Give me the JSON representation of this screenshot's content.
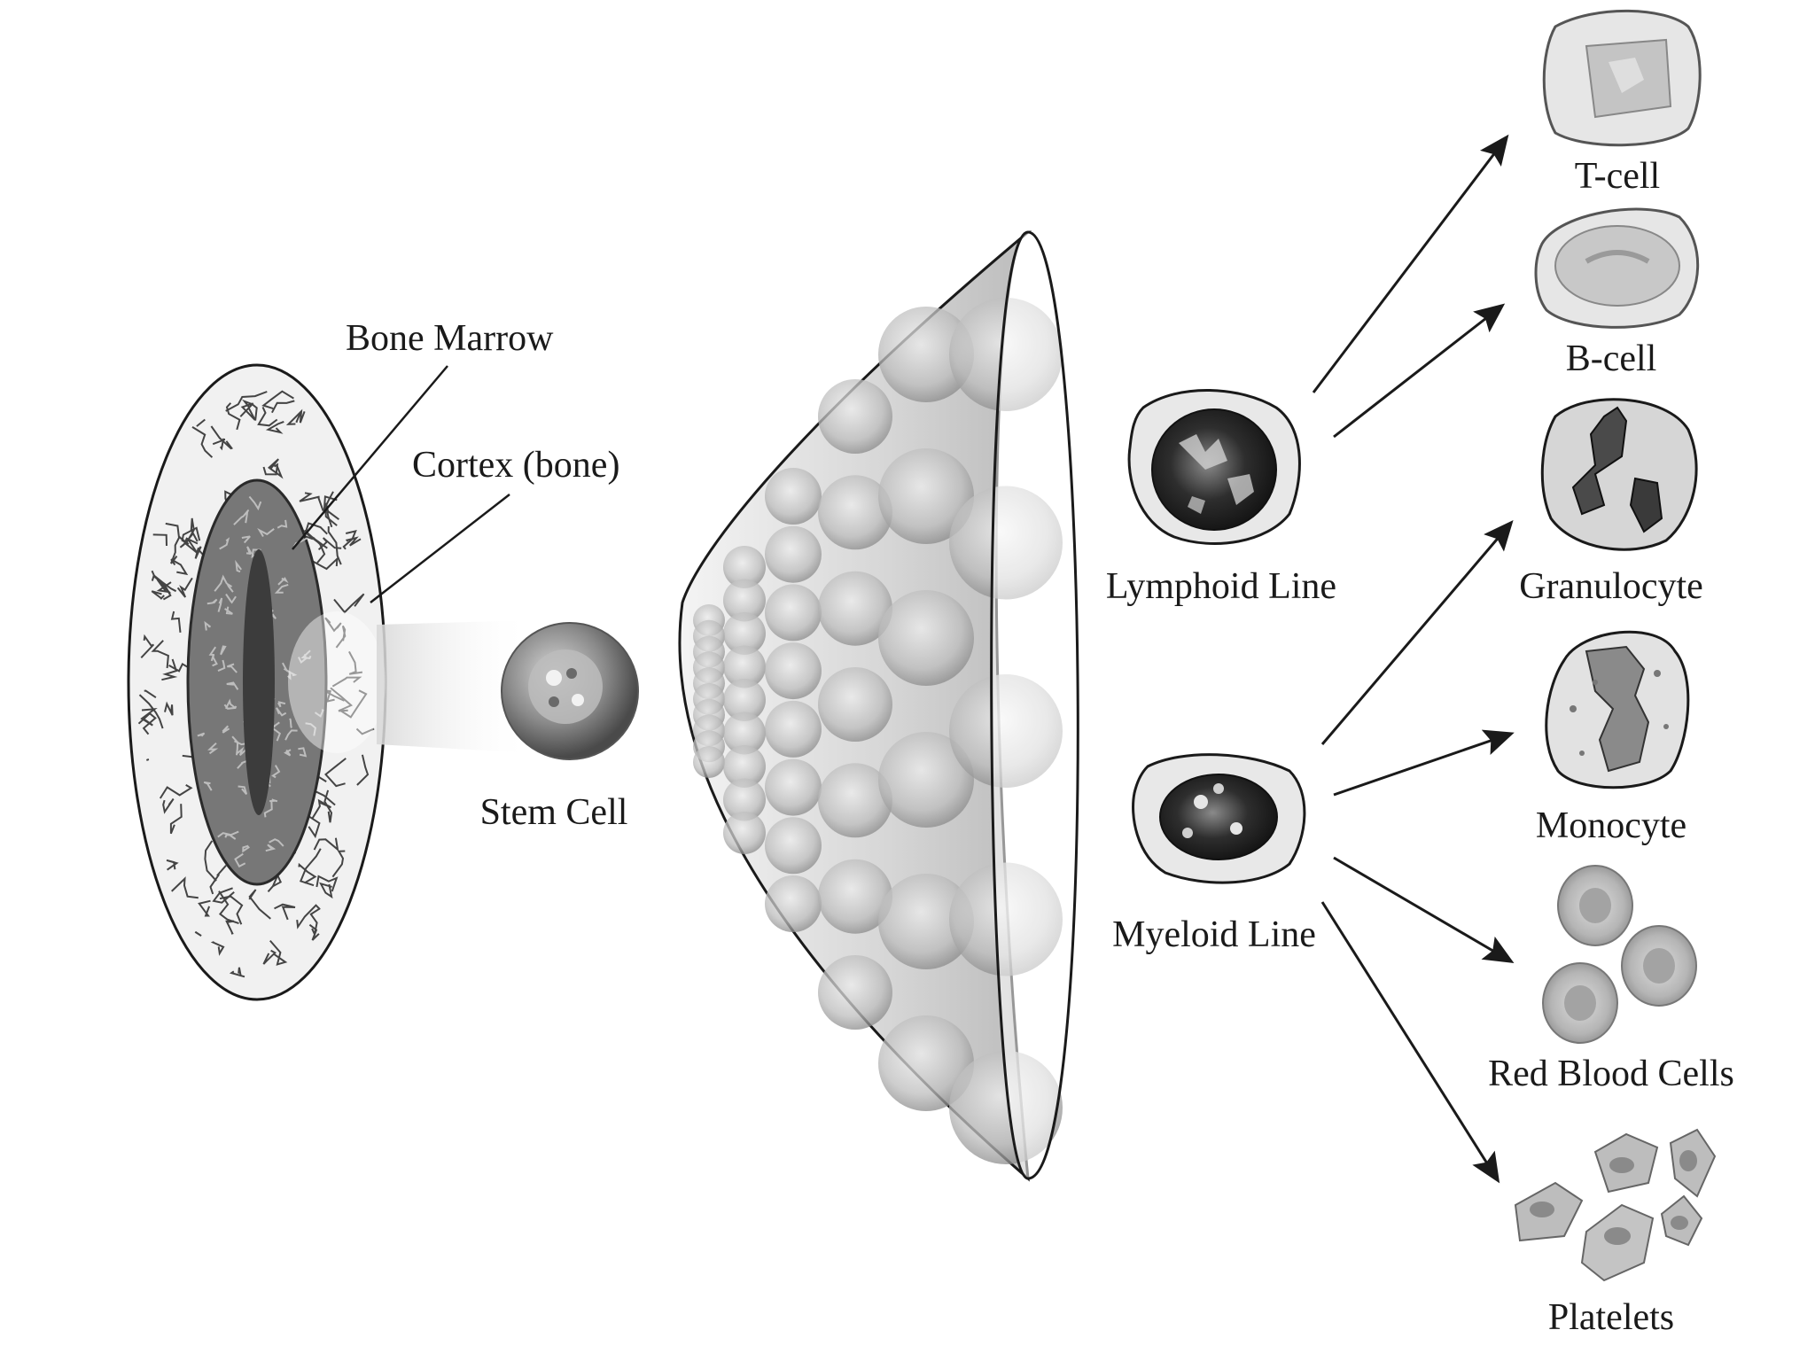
{
  "labels": {
    "bone_marrow": "Bone Marrow",
    "cortex": "Cortex (bone)",
    "stem_cell": "Stem Cell",
    "lymphoid_line": "Lymphoid Line",
    "myeloid_line": "Myeloid Line",
    "t_cell": "T-cell",
    "b_cell": "B-cell",
    "granulocyte": "Granulocyte",
    "monocyte": "Monocyte",
    "red_blood_cells": "Red Blood Cells",
    "platelets": "Platelets"
  },
  "colors": {
    "line": "#1a1a1a",
    "cell_light": "#e6e6e6",
    "cell_mid": "#a8a8a8",
    "cell_dark": "#3a3a3a"
  }
}
